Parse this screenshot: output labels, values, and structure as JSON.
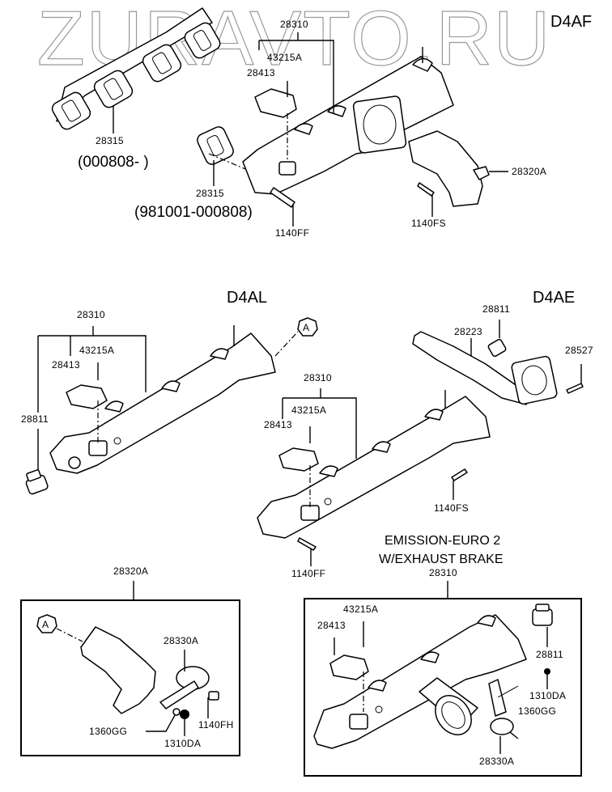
{
  "watermark": "ZURAVTO.RU",
  "variants": {
    "d4af": "D4AF",
    "d4al": "D4AL",
    "d4ae": "D4AE"
  },
  "d4af": {
    "manifold": "28310",
    "stud": "43215A",
    "heat_shield": "28413",
    "gasket_new": "28315",
    "gasket_new_range": "(000808- )",
    "gasket_old": "28315",
    "gasket_old_range": "(981001-000808)",
    "bolt_ff": "1140FF",
    "bolt_fs": "1140FS",
    "exhaust_pipe": "28320A"
  },
  "d4al": {
    "manifold": "28310",
    "stud": "43215A",
    "heat_shield": "28413",
    "plug": "28811",
    "ref_marker": "A"
  },
  "d4ae": {
    "manifold": "28310",
    "stud": "43215A",
    "heat_shield": "28413",
    "plug": "28811",
    "pipe": "28223",
    "bolt_28527": "28527",
    "bolt_fs": "1140FS",
    "bolt_ff": "1140FF"
  },
  "exhaust_brake_detail": {
    "group": "28320A",
    "ref_marker": "A",
    "actuator": "28330A",
    "bolt_fh": "1140FH",
    "washer": "1360GG",
    "nut": "1310DA"
  },
  "euro2": {
    "note_line1": "EMISSION-EURO 2",
    "note_line2": "W/EXHAUST BRAKE",
    "manifold": "28310",
    "stud": "43215A",
    "heat_shield": "28413",
    "plug": "28811",
    "nut": "1310DA",
    "washer": "1360GG",
    "actuator": "28330A"
  }
}
